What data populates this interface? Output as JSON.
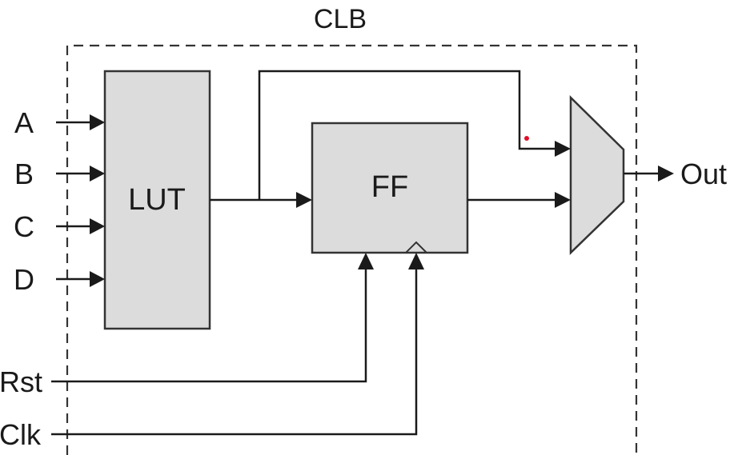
{
  "diagram": {
    "title": "CLB",
    "blocks": {
      "lut": "LUT",
      "ff": "FF"
    },
    "inputs": {
      "a": "A",
      "b": "B",
      "c": "C",
      "d": "D",
      "rst": "Rst",
      "clk": "Clk"
    },
    "output": "Out"
  },
  "colors": {
    "block_fill": "#dcdcdc",
    "line": "#1a1a1a",
    "marker": "#e0102a"
  }
}
